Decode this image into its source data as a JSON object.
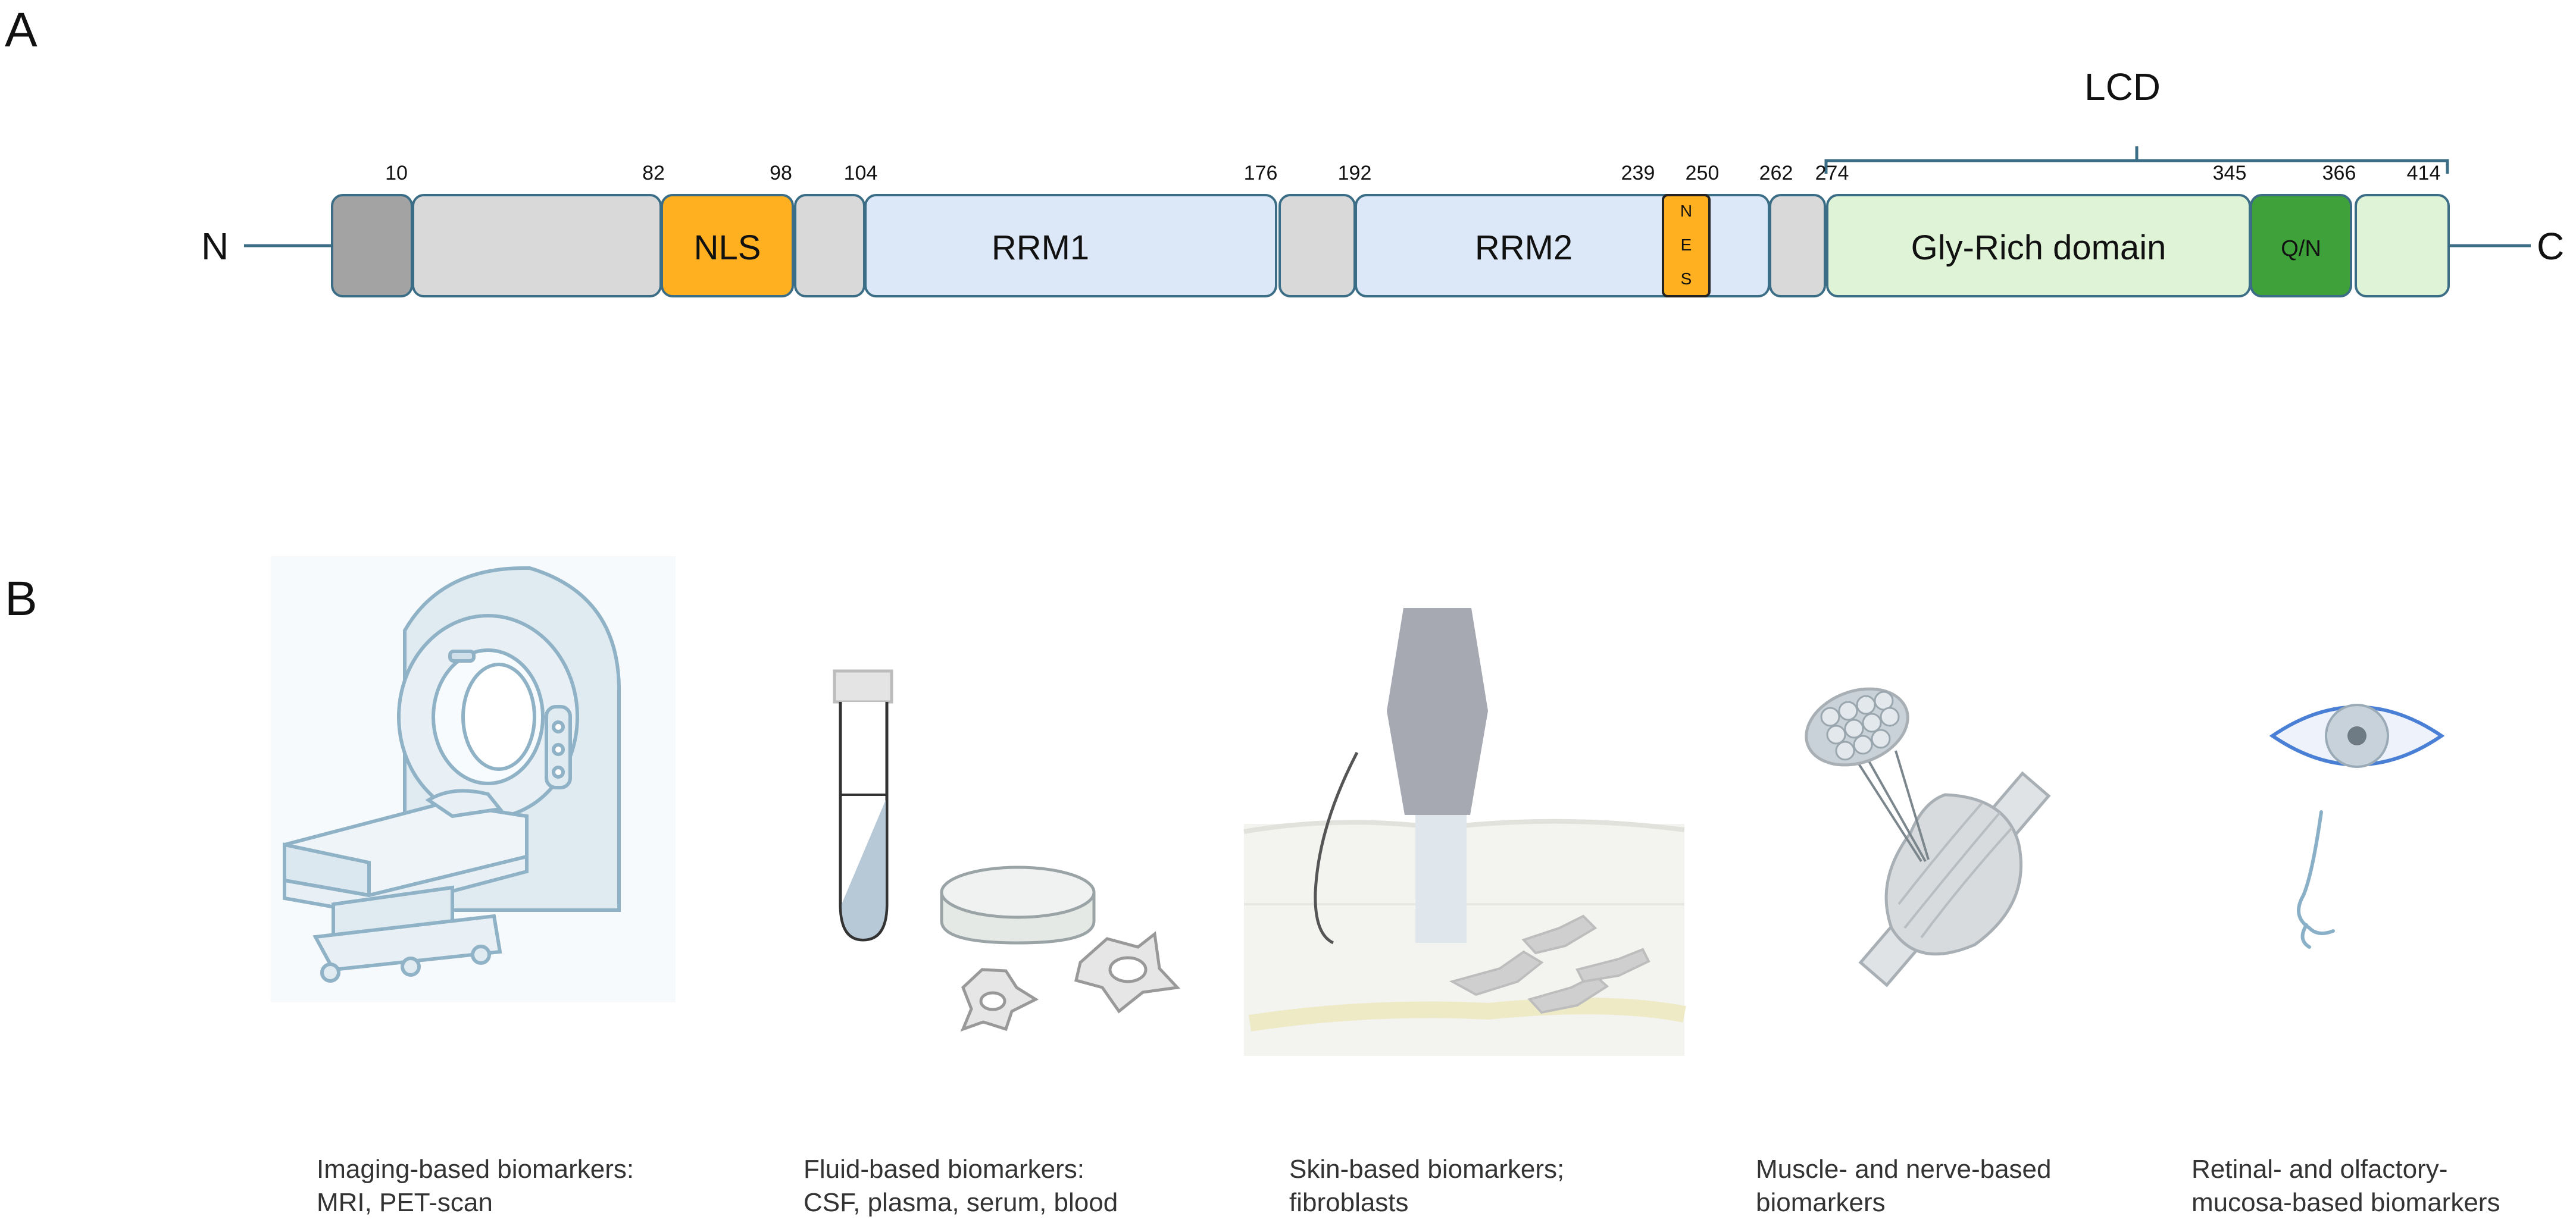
{
  "panel_a": {
    "label": "A",
    "n_terminus": "N",
    "c_terminus": "C",
    "lcd_label": "LCD",
    "positions": [
      "10",
      "82",
      "98",
      "104",
      "176",
      "192",
      "239",
      "250",
      "262",
      "274",
      "345",
      "366",
      "414"
    ],
    "domains": {
      "nls": "NLS",
      "rrm1": "RRM1",
      "rrm2": "RRM2",
      "nes_letters": [
        "N",
        "E",
        "S"
      ],
      "gly_rich": "Gly-Rich domain",
      "qn": "Q/N"
    },
    "colors": {
      "dark_grey": "#a3a3a3",
      "light_grey": "#d9d9d9",
      "orange": "#ffb020",
      "light_blue": "#dce8f7",
      "light_green": "#dff3d6",
      "green": "#3fa13a",
      "outline": "#3b6e86"
    }
  },
  "panel_b": {
    "label": "B",
    "captions": [
      {
        "line1": "Imaging-based biomarkers:",
        "line2": "MRI, PET-scan",
        "icon": "mri-scanner-icon"
      },
      {
        "line1": "Fluid-based biomarkers:",
        "line2": "CSF, plasma, serum, blood",
        "icon": "test-tube-icon"
      },
      {
        "line1": "Skin-based biomarkers;",
        "line2": "fibroblasts",
        "icon": "skin-biopsy-icon"
      },
      {
        "line1": "Muscle- and nerve-based",
        "line2": "biomarkers",
        "icon": "muscle-icon"
      },
      {
        "line1": "Retinal- and olfactory-",
        "line2": "mucosa-based biomarkers",
        "icon": "eye-nose-icon"
      }
    ]
  }
}
